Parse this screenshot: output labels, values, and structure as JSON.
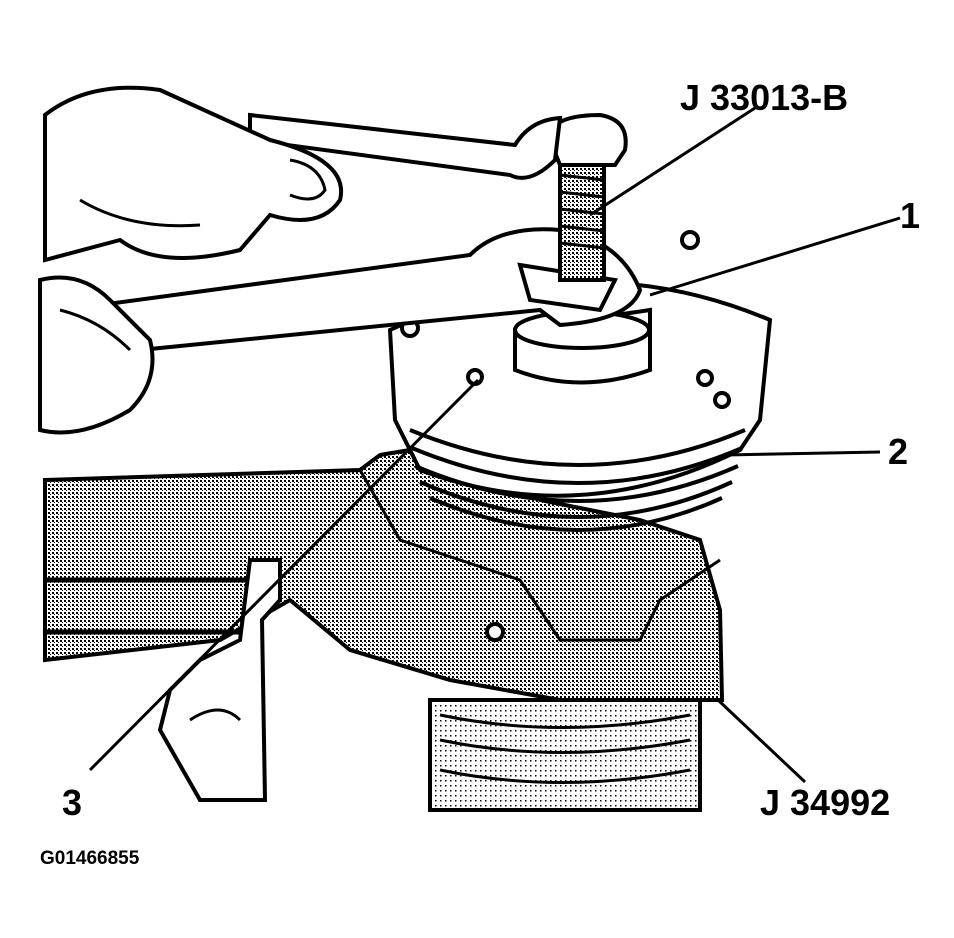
{
  "figure": {
    "tool_top": "J 33013-B",
    "tool_bottom": "J 34992",
    "callout_1": "1",
    "callout_2": "2",
    "callout_3": "3",
    "figure_id": "G01466855"
  }
}
